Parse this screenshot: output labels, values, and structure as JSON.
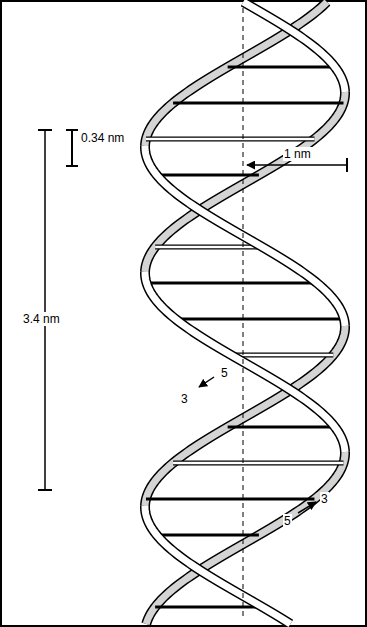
{
  "diagram": {
    "labels": [
      "0.34 nm",
      "1 nm",
      "3.4 nm",
      "5",
      "3",
      "3",
      "5"
    ]
  }
}
